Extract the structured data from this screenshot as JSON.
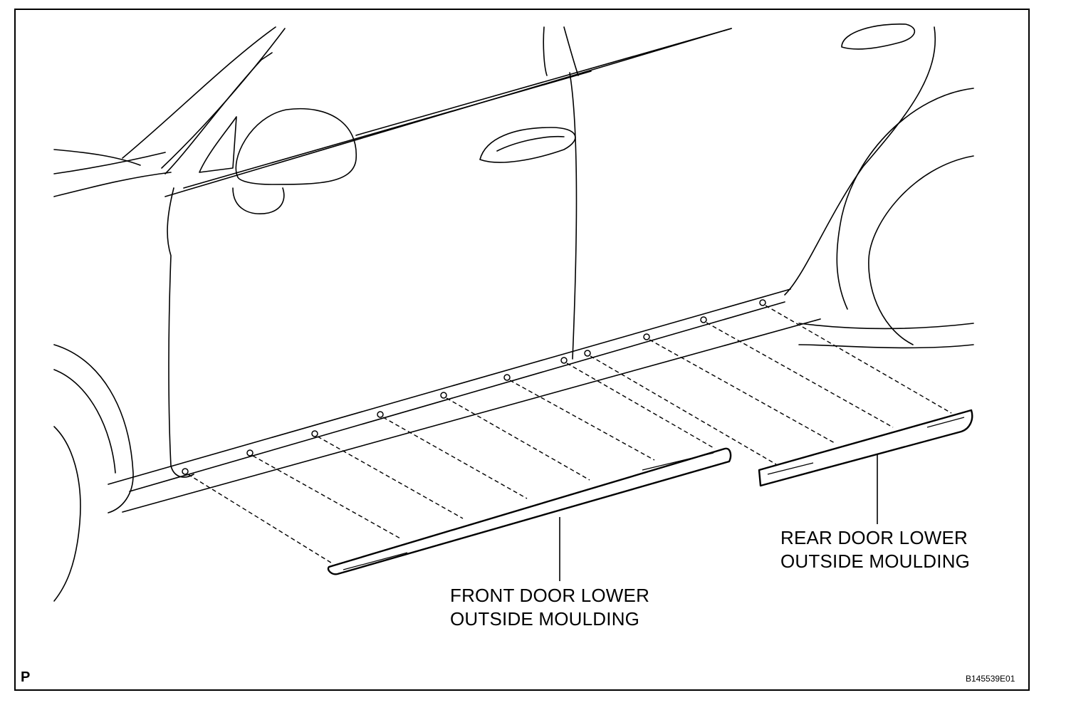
{
  "figure": {
    "code": "B145539E01",
    "view_marker": "P"
  },
  "callouts": {
    "front_moulding": {
      "line1": "FRONT DOOR LOWER",
      "line2": "OUTSIDE MOULDING"
    },
    "rear_moulding": {
      "line1": "REAR DOOR LOWER",
      "line2": "OUTSIDE MOULDING"
    }
  },
  "colors": {
    "line": "#000000",
    "background": "#ffffff"
  }
}
